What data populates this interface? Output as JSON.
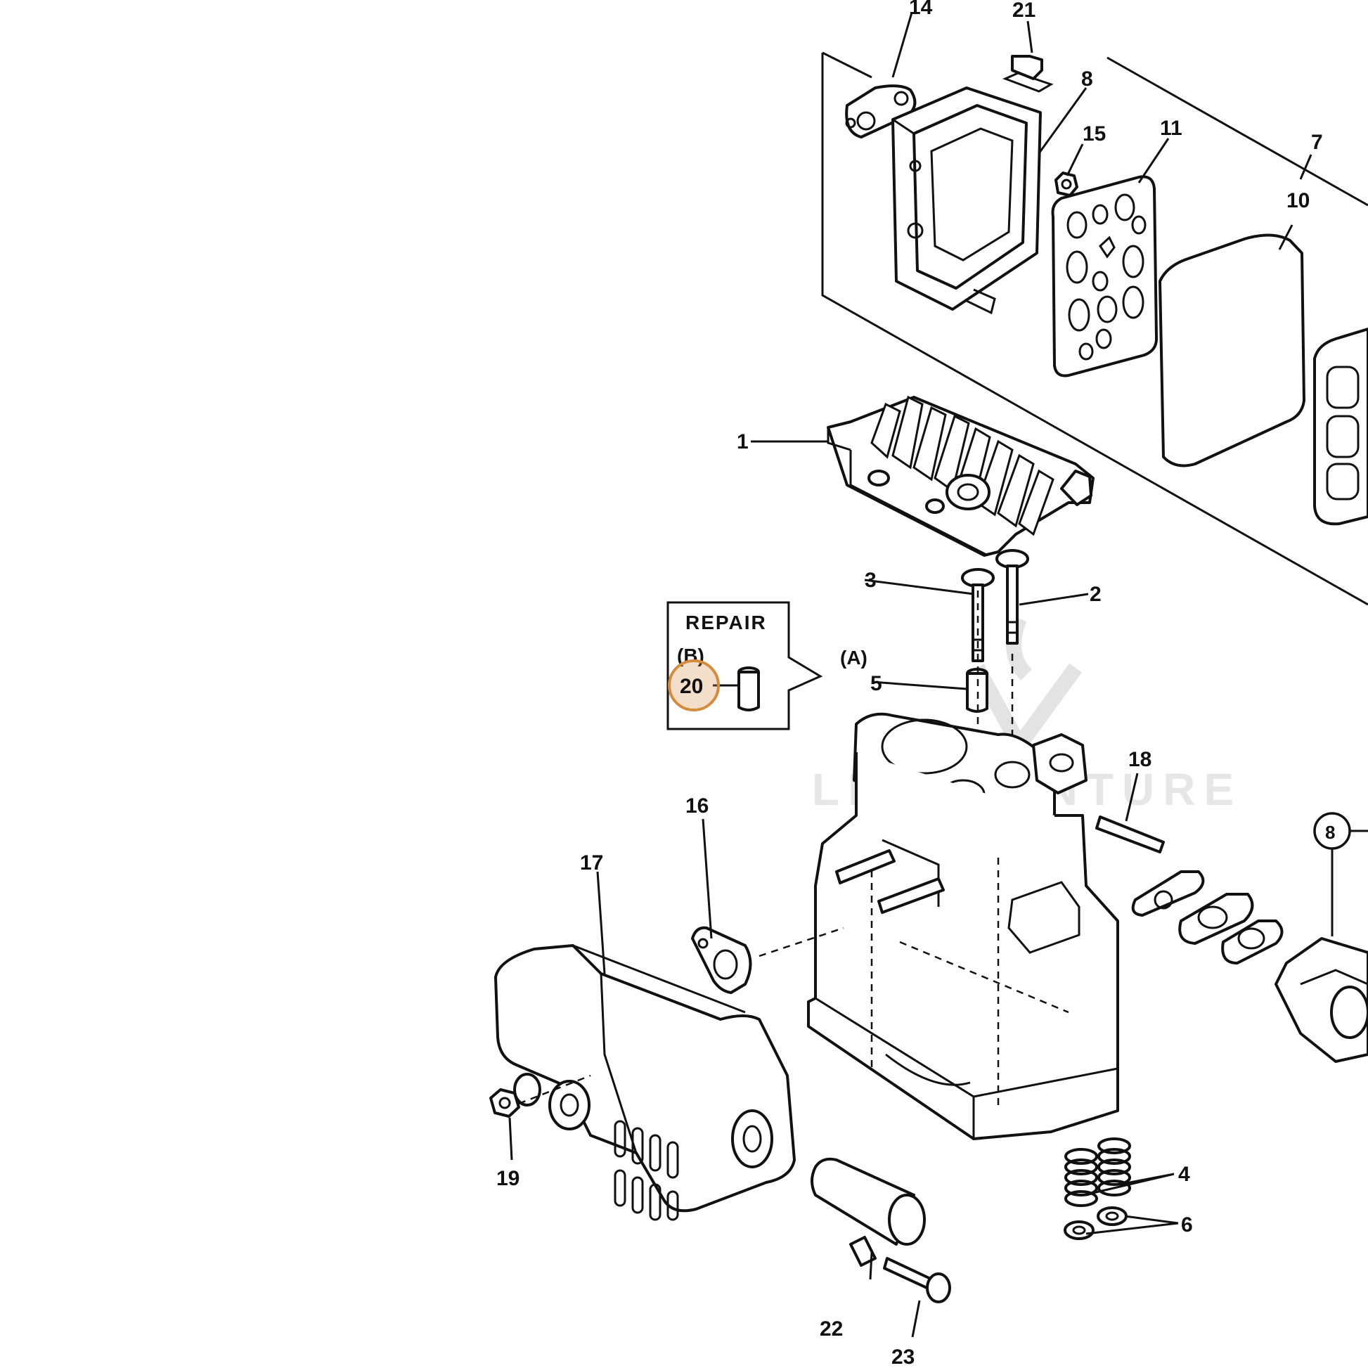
{
  "diagram": {
    "repair_box": {
      "title": "REPAIR",
      "sub_label": "(B)",
      "part_number": "20"
    },
    "view_label_a": "(A)",
    "watermark": "LEADVENTURE",
    "highlight_color": "#d38b3c",
    "callouts": {
      "c1": "1",
      "c2": "2",
      "c3": "3",
      "c4": "4",
      "c5": "5",
      "c6": "6",
      "c7": "7",
      "c8": "8",
      "c8b": "8",
      "c10": "10",
      "c11": "11",
      "c14": "14",
      "c15": "15",
      "c16": "16",
      "c17": "17",
      "c18": "18",
      "c19": "19",
      "c21": "21",
      "c22": "22",
      "c23": "23"
    }
  }
}
